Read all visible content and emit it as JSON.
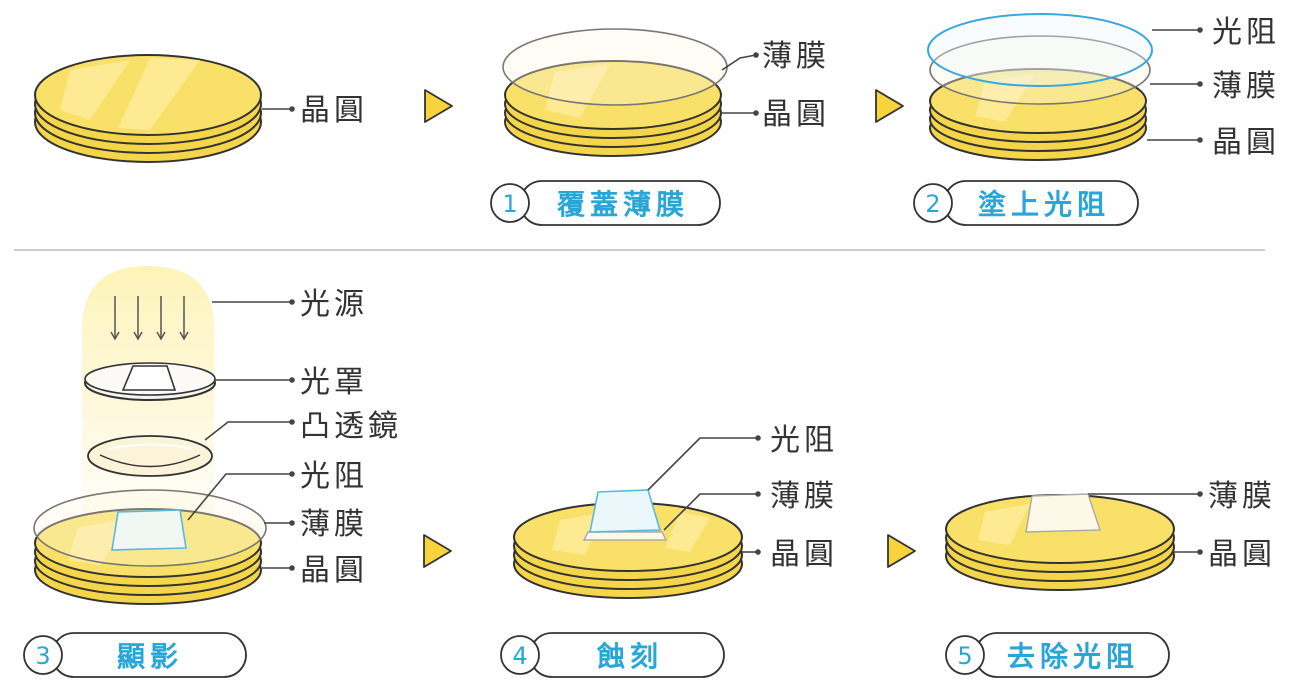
{
  "labels": {
    "wafer": "晶圓",
    "film": "薄膜",
    "photoresist": "光阻",
    "light_source": "光源",
    "photomask": "光罩",
    "convex_lens": "凸透鏡"
  },
  "steps": [
    {
      "number": "1",
      "label": "覆蓋薄膜"
    },
    {
      "number": "2",
      "label": "塗上光阻"
    },
    {
      "number": "3",
      "label": "顯影"
    },
    {
      "number": "4",
      "label": "蝕刻"
    },
    {
      "number": "5",
      "label": "去除光阻"
    }
  ],
  "colors": {
    "wafer_yellow": "#f9e068",
    "step_blue": "#29a6d8",
    "resist_blue": "#3aa8dc",
    "arrow_yellow": "#f7d43c",
    "light_glow": "#fdf3b4"
  }
}
